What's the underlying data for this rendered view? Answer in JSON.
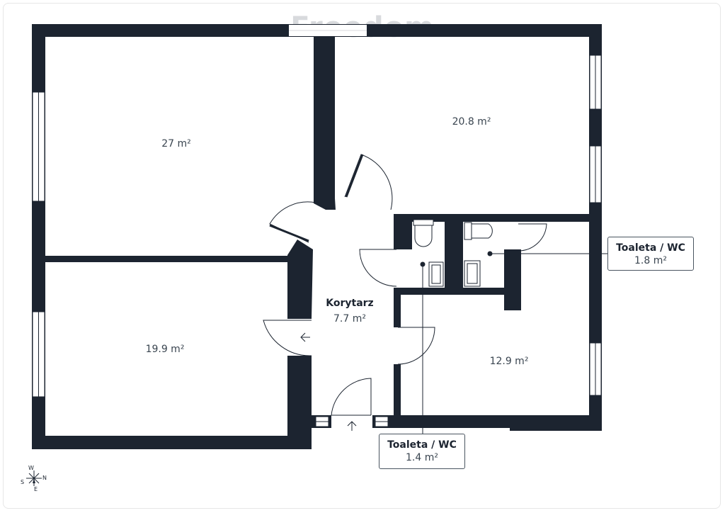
{
  "watermark": "Freedom",
  "rooms": [
    {
      "id": "room-top-left",
      "area": "27 m²"
    },
    {
      "id": "room-top-right",
      "area": "20.8 m²"
    },
    {
      "id": "room-bottom-left",
      "area": "19.9 m²"
    },
    {
      "id": "room-bottom-right",
      "area": "12.9 m²"
    },
    {
      "id": "corridor",
      "name": "Korytarz",
      "area": "7.7 m²"
    }
  ],
  "callouts": [
    {
      "id": "toilet-right",
      "title": "Toaleta / WC",
      "area": "1.8 m²"
    },
    {
      "id": "toilet-bottom",
      "title": "Toaleta / WC",
      "area": "1.4 m²"
    }
  ],
  "compass": {
    "w": "W",
    "s": "S",
    "n": "N",
    "e": "E"
  },
  "colors": {
    "wall": "#1c2430",
    "window": "#ffffff",
    "text": "#3a4550"
  }
}
